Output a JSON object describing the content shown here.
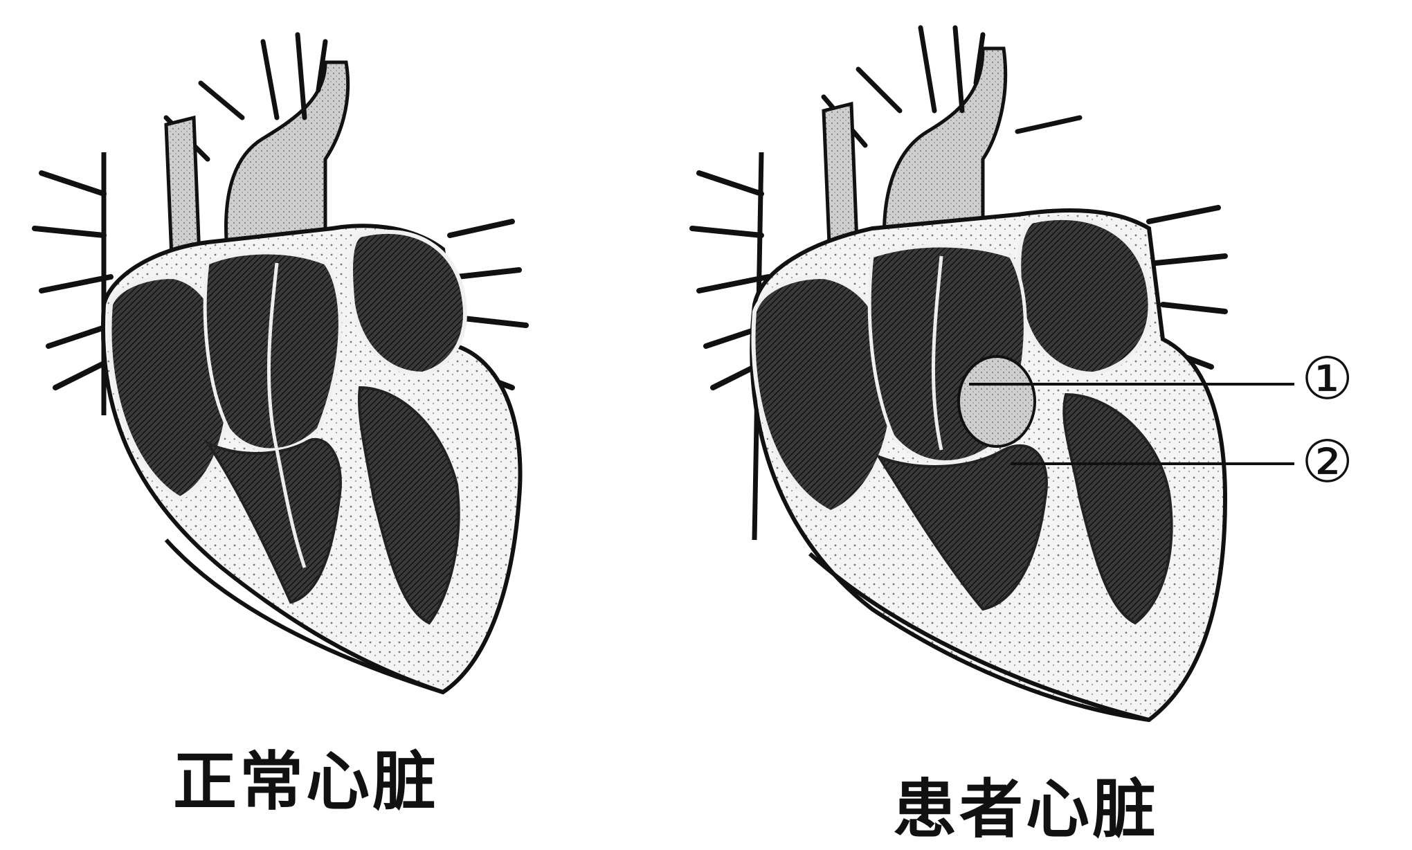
{
  "figure": {
    "left_caption": "正常心脏",
    "right_caption": "患者心脏",
    "markers": [
      "①",
      "②"
    ]
  },
  "colors": {
    "ink": "#111111",
    "tissue_dark": "#2a2a2a",
    "tissue_mid": "#6a6a6a",
    "background": "#ffffff"
  }
}
